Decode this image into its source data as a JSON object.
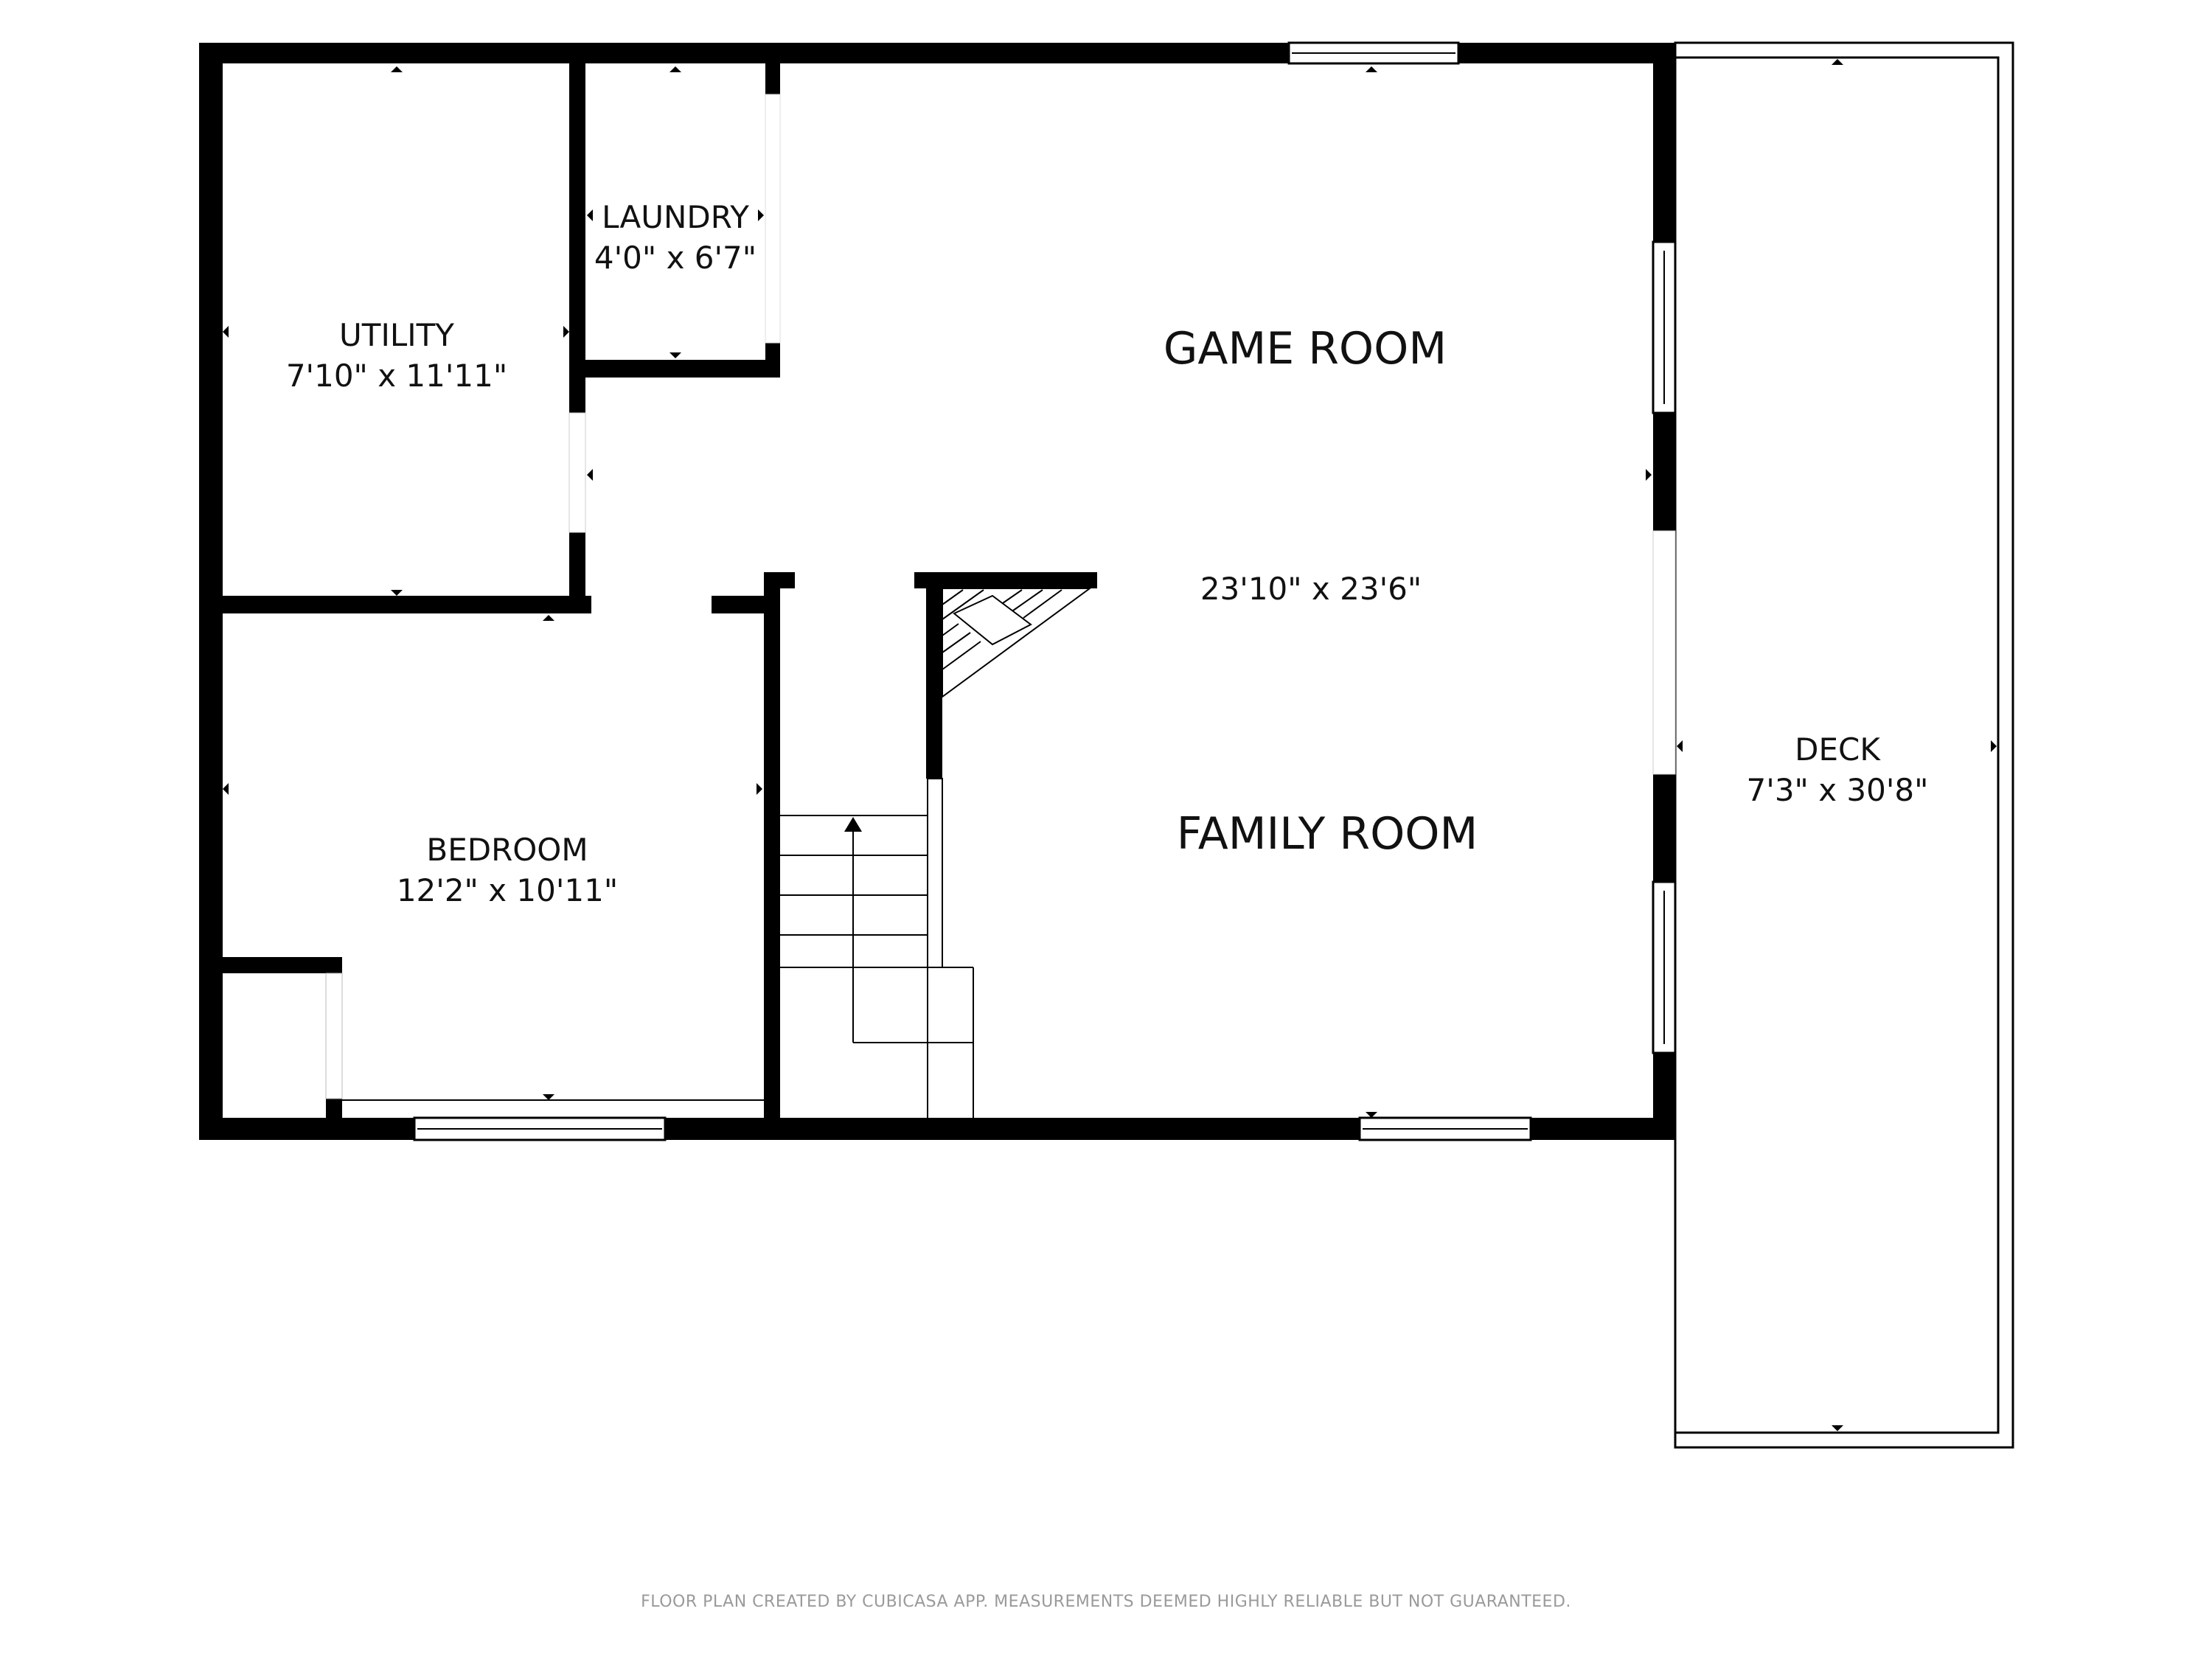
{
  "floor_plan": {
    "rooms": [
      {
        "id": "utility",
        "name": "UTILITY",
        "dimensions": "7'10\" x 11'11\""
      },
      {
        "id": "laundry",
        "name": "LAUNDRY",
        "dimensions": "4'0\" x 6'7\""
      },
      {
        "id": "game_room",
        "name": "GAME ROOM",
        "dimensions": ""
      },
      {
        "id": "family_room",
        "name": "FAMILY ROOM",
        "dimensions": ""
      },
      {
        "id": "combined",
        "name": "",
        "dimensions": "23'10\" x 23'6\""
      },
      {
        "id": "bedroom",
        "name": "BEDROOM",
        "dimensions": "12'2\" x 10'11\""
      },
      {
        "id": "deck",
        "name": "DECK",
        "dimensions": "7'3\" x 30'8\""
      }
    ],
    "colors": {
      "wall": "#000000",
      "background": "#ffffff",
      "footer_text": "#9a9a9a"
    }
  },
  "footer": {
    "disclaimer": "FLOOR PLAN CREATED BY CUBICASA APP. MEASUREMENTS DEEMED HIGHLY RELIABLE BUT NOT GUARANTEED."
  }
}
